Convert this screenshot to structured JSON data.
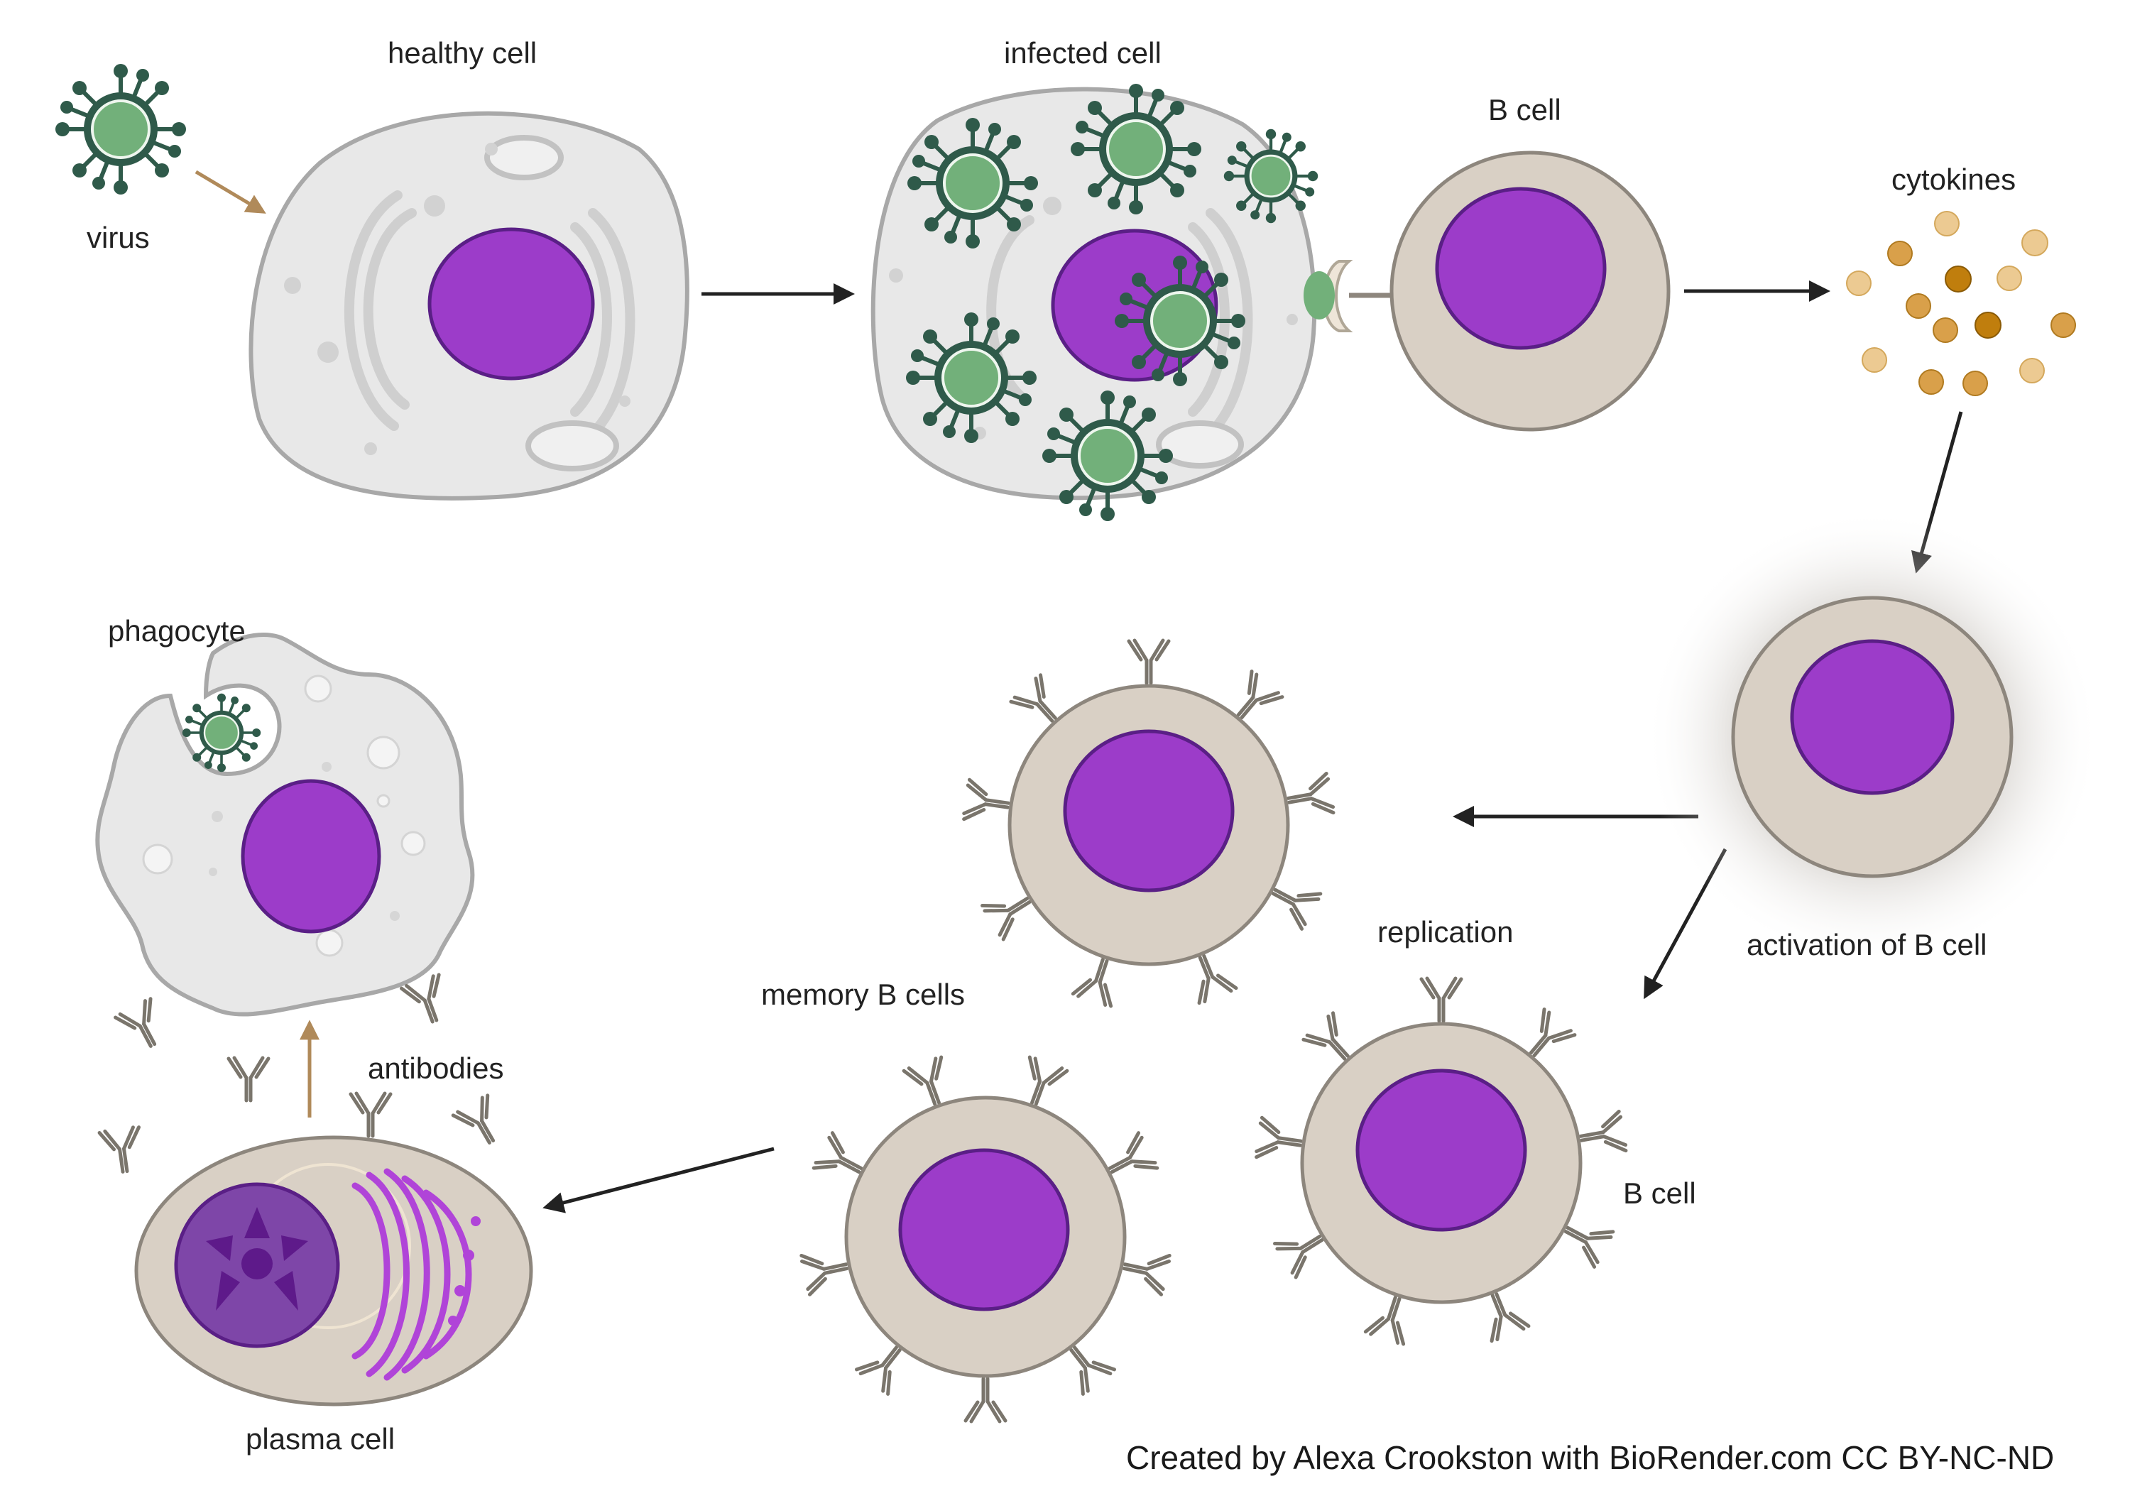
{
  "colors": {
    "nucleus": "#9c3cc9",
    "nucleus_stroke": "#5a1f86",
    "cell_grey": "#e8e8e8",
    "cell_grey_stroke": "#a8a8a8",
    "bcell_fill": "#d9d0c5",
    "bcell_stroke": "#8d867d",
    "virus_dark": "#2f5a4a",
    "virus_green": "#72b07a",
    "antibody": "#7a756c",
    "arrow_dark": "#222222",
    "arrow_tan": "#b08a5a",
    "cytokine_dark": "#c07e0d",
    "cytokine_light": "#ecca92"
  },
  "labels": {
    "virus": "virus",
    "healthy_cell": "healthy cell",
    "infected_cell": "infected cell",
    "b_cell_top": "B cell",
    "cytokines": "cytokines",
    "activation": "activation of B cell",
    "replication": "replication",
    "memory_b_cells": "memory B cells",
    "b_cell_bottom": "B cell",
    "phagocyte": "phagocyte",
    "antibodies": "antibodies",
    "plasma_cell": "plasma cell"
  },
  "credit": "Created by Alexa Crookston with BioRender.com CC BY-NC-ND"
}
